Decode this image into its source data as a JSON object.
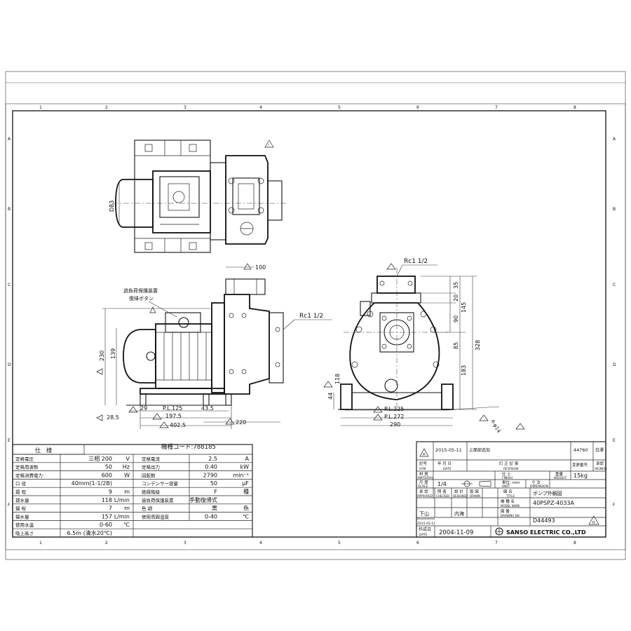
{
  "frame": {
    "col_numbers": [
      "1",
      "2",
      "3",
      "4",
      "5",
      "6",
      "7",
      "8"
    ],
    "row_letters": [
      "A",
      "B",
      "C",
      "D",
      "E",
      "F"
    ]
  },
  "top_view": {
    "dim_d83": "D83"
  },
  "front_view": {
    "annotation_protector": "過負荷保護装置",
    "annotation_reset": "復帰ボタン",
    "dim_100": "100",
    "dim_outlet": "Rc1 1/2",
    "dim_230": "230",
    "dim_139": "139",
    "dim_28_5": "28.5",
    "dim_29": "29",
    "dim_pl125": "P.L.125",
    "dim_43_5": "43.5",
    "dim_197_5": "197.5",
    "dim_402_5": "402.5",
    "dim_220": "220"
  },
  "side_view": {
    "dim_top": "Rc1 1/2",
    "dim_35": "35",
    "dim_20": "20",
    "dim_145": "145",
    "dim_90": "90",
    "dim_85": "85",
    "dim_328": "328",
    "dim_183": "183",
    "dim_118": "118",
    "dim_44": "44",
    "dim_pl225": "P.L.225",
    "dim_pl272": "P.L.272",
    "dim_290": "290",
    "dim_4_d14": "4-φ14"
  },
  "model_code": "機種コード:788185",
  "spec_table": {
    "header": "仕　様",
    "rows": [
      [
        "定格電圧",
        "三相 200",
        "V",
        "定格電流",
        "2.5",
        "A"
      ],
      [
        "定格周波数",
        "50",
        "Hz",
        "定格出力",
        "0.40",
        "kW"
      ],
      [
        "定格消費電力",
        "600",
        "W",
        "回転数",
        "2790",
        "min⁻¹"
      ],
      [
        "口 径",
        "40mm(1-1/2B)",
        "",
        "コンデンサー容量",
        "50",
        "μF"
      ],
      [
        "揚 程",
        "9",
        "m",
        "絶縁階級",
        "F",
        "種"
      ],
      [
        "揚水量",
        "118",
        "L/min",
        "過負荷保護装置",
        "手動復帰式",
        ""
      ],
      [
        "揚 程",
        "7",
        "m",
        "色 調",
        "黒",
        "色"
      ],
      [
        "揚水量",
        "157",
        "L/min",
        "使用周囲温度",
        "0-40",
        "℃"
      ],
      [
        "使用水温",
        "0-60",
        "℃",
        "",
        "",
        ""
      ],
      [
        "吸上高さ",
        "6.5m (清水20℃)",
        "",
        "",
        "",
        ""
      ]
    ]
  },
  "title_block": {
    "rev_date": "2015-05-11",
    "rev_note": "上面部追加",
    "rev_no": "44760",
    "rev_person": "白澤",
    "h_sym": "記号",
    "h_sym_en": "SYM",
    "h_date": "年 月 日",
    "h_date_en": "DATE",
    "h_revision": "訂 正 記 事",
    "h_revision_en": "REVISION",
    "h_change_no": "変更番号",
    "h_signed": "承認",
    "h_signed_en": "SIGNED",
    "h_material": "材 質",
    "h_material_en": "MATERIAL",
    "h_finish": "仕 上",
    "h_finish_en": "FINISH",
    "h_weight": "重量",
    "h_weight_en": "WEIGHT",
    "weight": "15kg",
    "h_scale": "尺 度",
    "h_scale_en": "SCALE",
    "scale": "1/4",
    "h_unit": "単位: mm",
    "h_unit_en": "UNIT",
    "h_dimension": "寸 法",
    "h_dimension_en": "DIMENSION",
    "h_approved": "承 認",
    "h_checked": "照 査",
    "h_designed": "設 計",
    "h_drawn": "製 図",
    "h_approved_en": "APPROVED",
    "h_checked_en": "CHECKED",
    "h_designed_en": "DESIGNED",
    "h_drawn_en": "DRAWN",
    "h_title": "図 名",
    "h_title_en": "TITLE",
    "title": "ポンプ外観図",
    "h_model": "機 種 名",
    "h_model_en": "MODEL NAME",
    "model": "40PSPZ-4033A",
    "h_drawing_no": "図 番",
    "h_drawing_no_en": "DRAWING NO",
    "drawing_no": "D44493",
    "approver": "下山",
    "designer": "内海",
    "small_date": "2015-05-11",
    "h_created": "作成日",
    "h_created_en": "DATE",
    "created": "2004-11-09",
    "company": "SANSO ELECTRIC CO.,LTD"
  }
}
